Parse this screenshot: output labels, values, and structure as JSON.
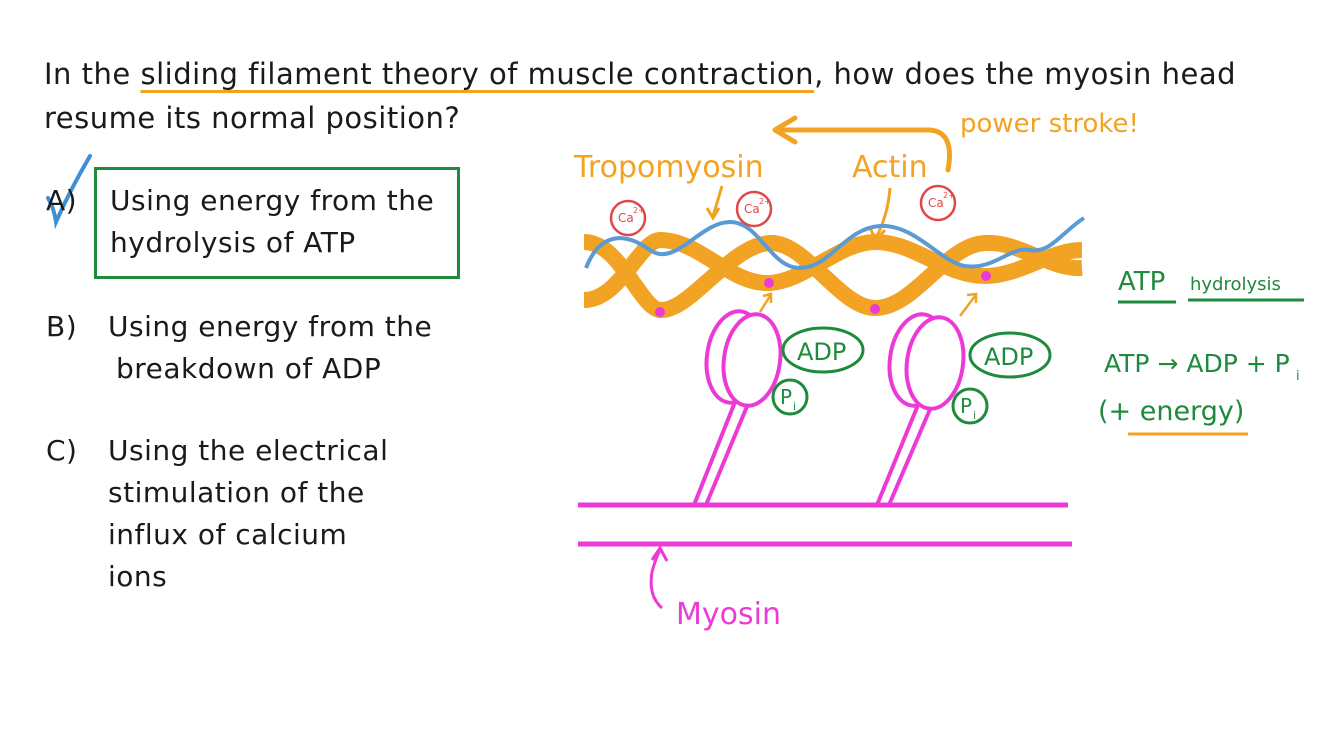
{
  "question": {
    "prefix": "In the ",
    "term": "sliding filament theory of muscle contraction",
    "suffix": ", how does the myosin head resume its normal position?"
  },
  "options": [
    {
      "letter": "A)",
      "line1": "Using energy from the",
      "line2": "hydrolysis of ATP",
      "correct": true
    },
    {
      "letter": "B)",
      "line1": "Using energy from the",
      "line2": "breakdown of ADP",
      "correct": false
    },
    {
      "letter": "C)",
      "line1": "Using the electrical",
      "line2": "stimulation of the",
      "line3": "influx of calcium",
      "line4": "ions",
      "correct": false
    }
  ],
  "diagram": {
    "power_stroke": "power stroke!",
    "tropomyosin": "Tropomyosin",
    "actin": "Actin",
    "calcium": "Ca",
    "calcium_charge": "2+",
    "adp_1": "ADP",
    "adp_2": "ADP",
    "pi_1": "P",
    "pi_1_sub": "i",
    "pi_2": "P",
    "pi_2_sub": "i",
    "myosin": "Myosin",
    "atp_hydrolysis_atp": "ATP",
    "atp_hydrolysis_word": "hydrolysis",
    "equation": "ATP → ADP + P",
    "equation_sub": "i",
    "energy": "(+ energy)"
  },
  "colors": {
    "correct_box": "#1e8a3c",
    "actin": "#f3a323",
    "tropomyosin": "#5b9bd5",
    "myosin": "#ec3ad6",
    "calcium": "#e04848",
    "green_labels": "#1e8a3c"
  }
}
